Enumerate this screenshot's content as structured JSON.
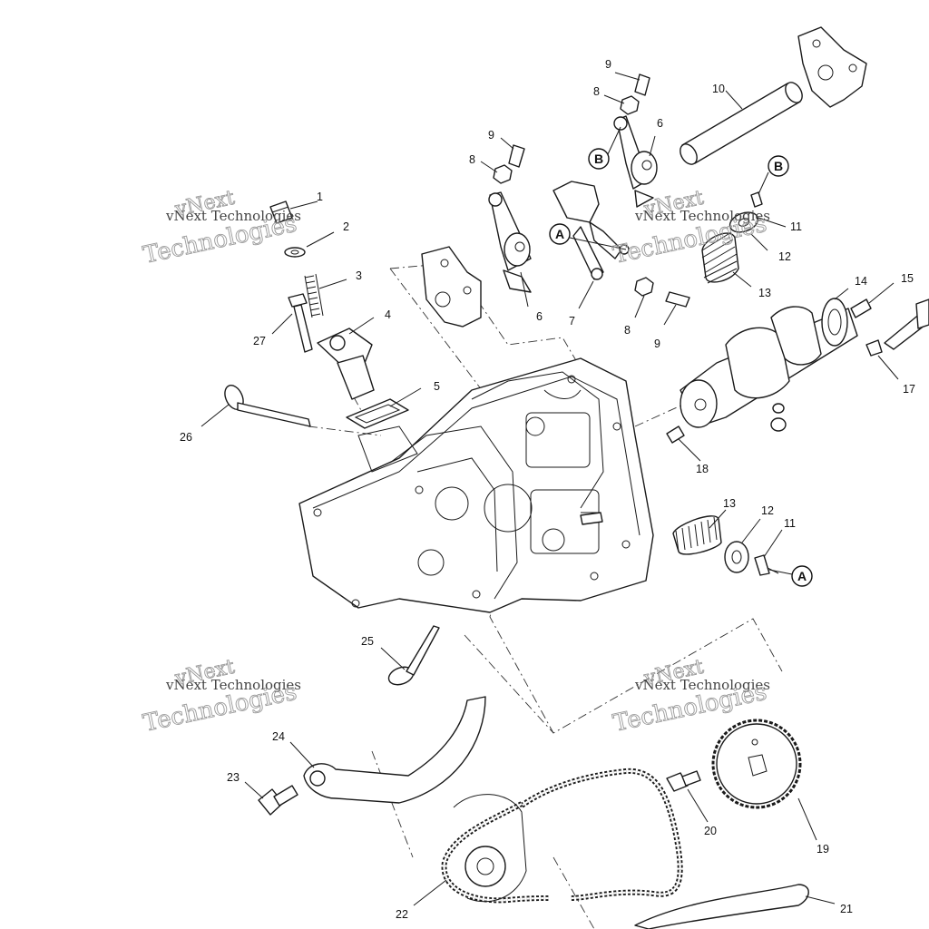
{
  "diagram": {
    "part_numbers": [
      "1",
      "2",
      "3",
      "4",
      "5",
      "6",
      "6",
      "7",
      "8",
      "8",
      "8",
      "9",
      "9",
      "9",
      "10",
      "11",
      "11",
      "12",
      "12",
      "13",
      "13",
      "14",
      "15",
      "17",
      "18",
      "19",
      "20",
      "21",
      "22",
      "23",
      "24",
      "25",
      "26",
      "27"
    ],
    "callouts": [
      "A",
      "A",
      "B",
      "B"
    ],
    "watermark": {
      "line1": "vNext Technologies",
      "line2": "vNext",
      "line3": "Technologies"
    }
  }
}
